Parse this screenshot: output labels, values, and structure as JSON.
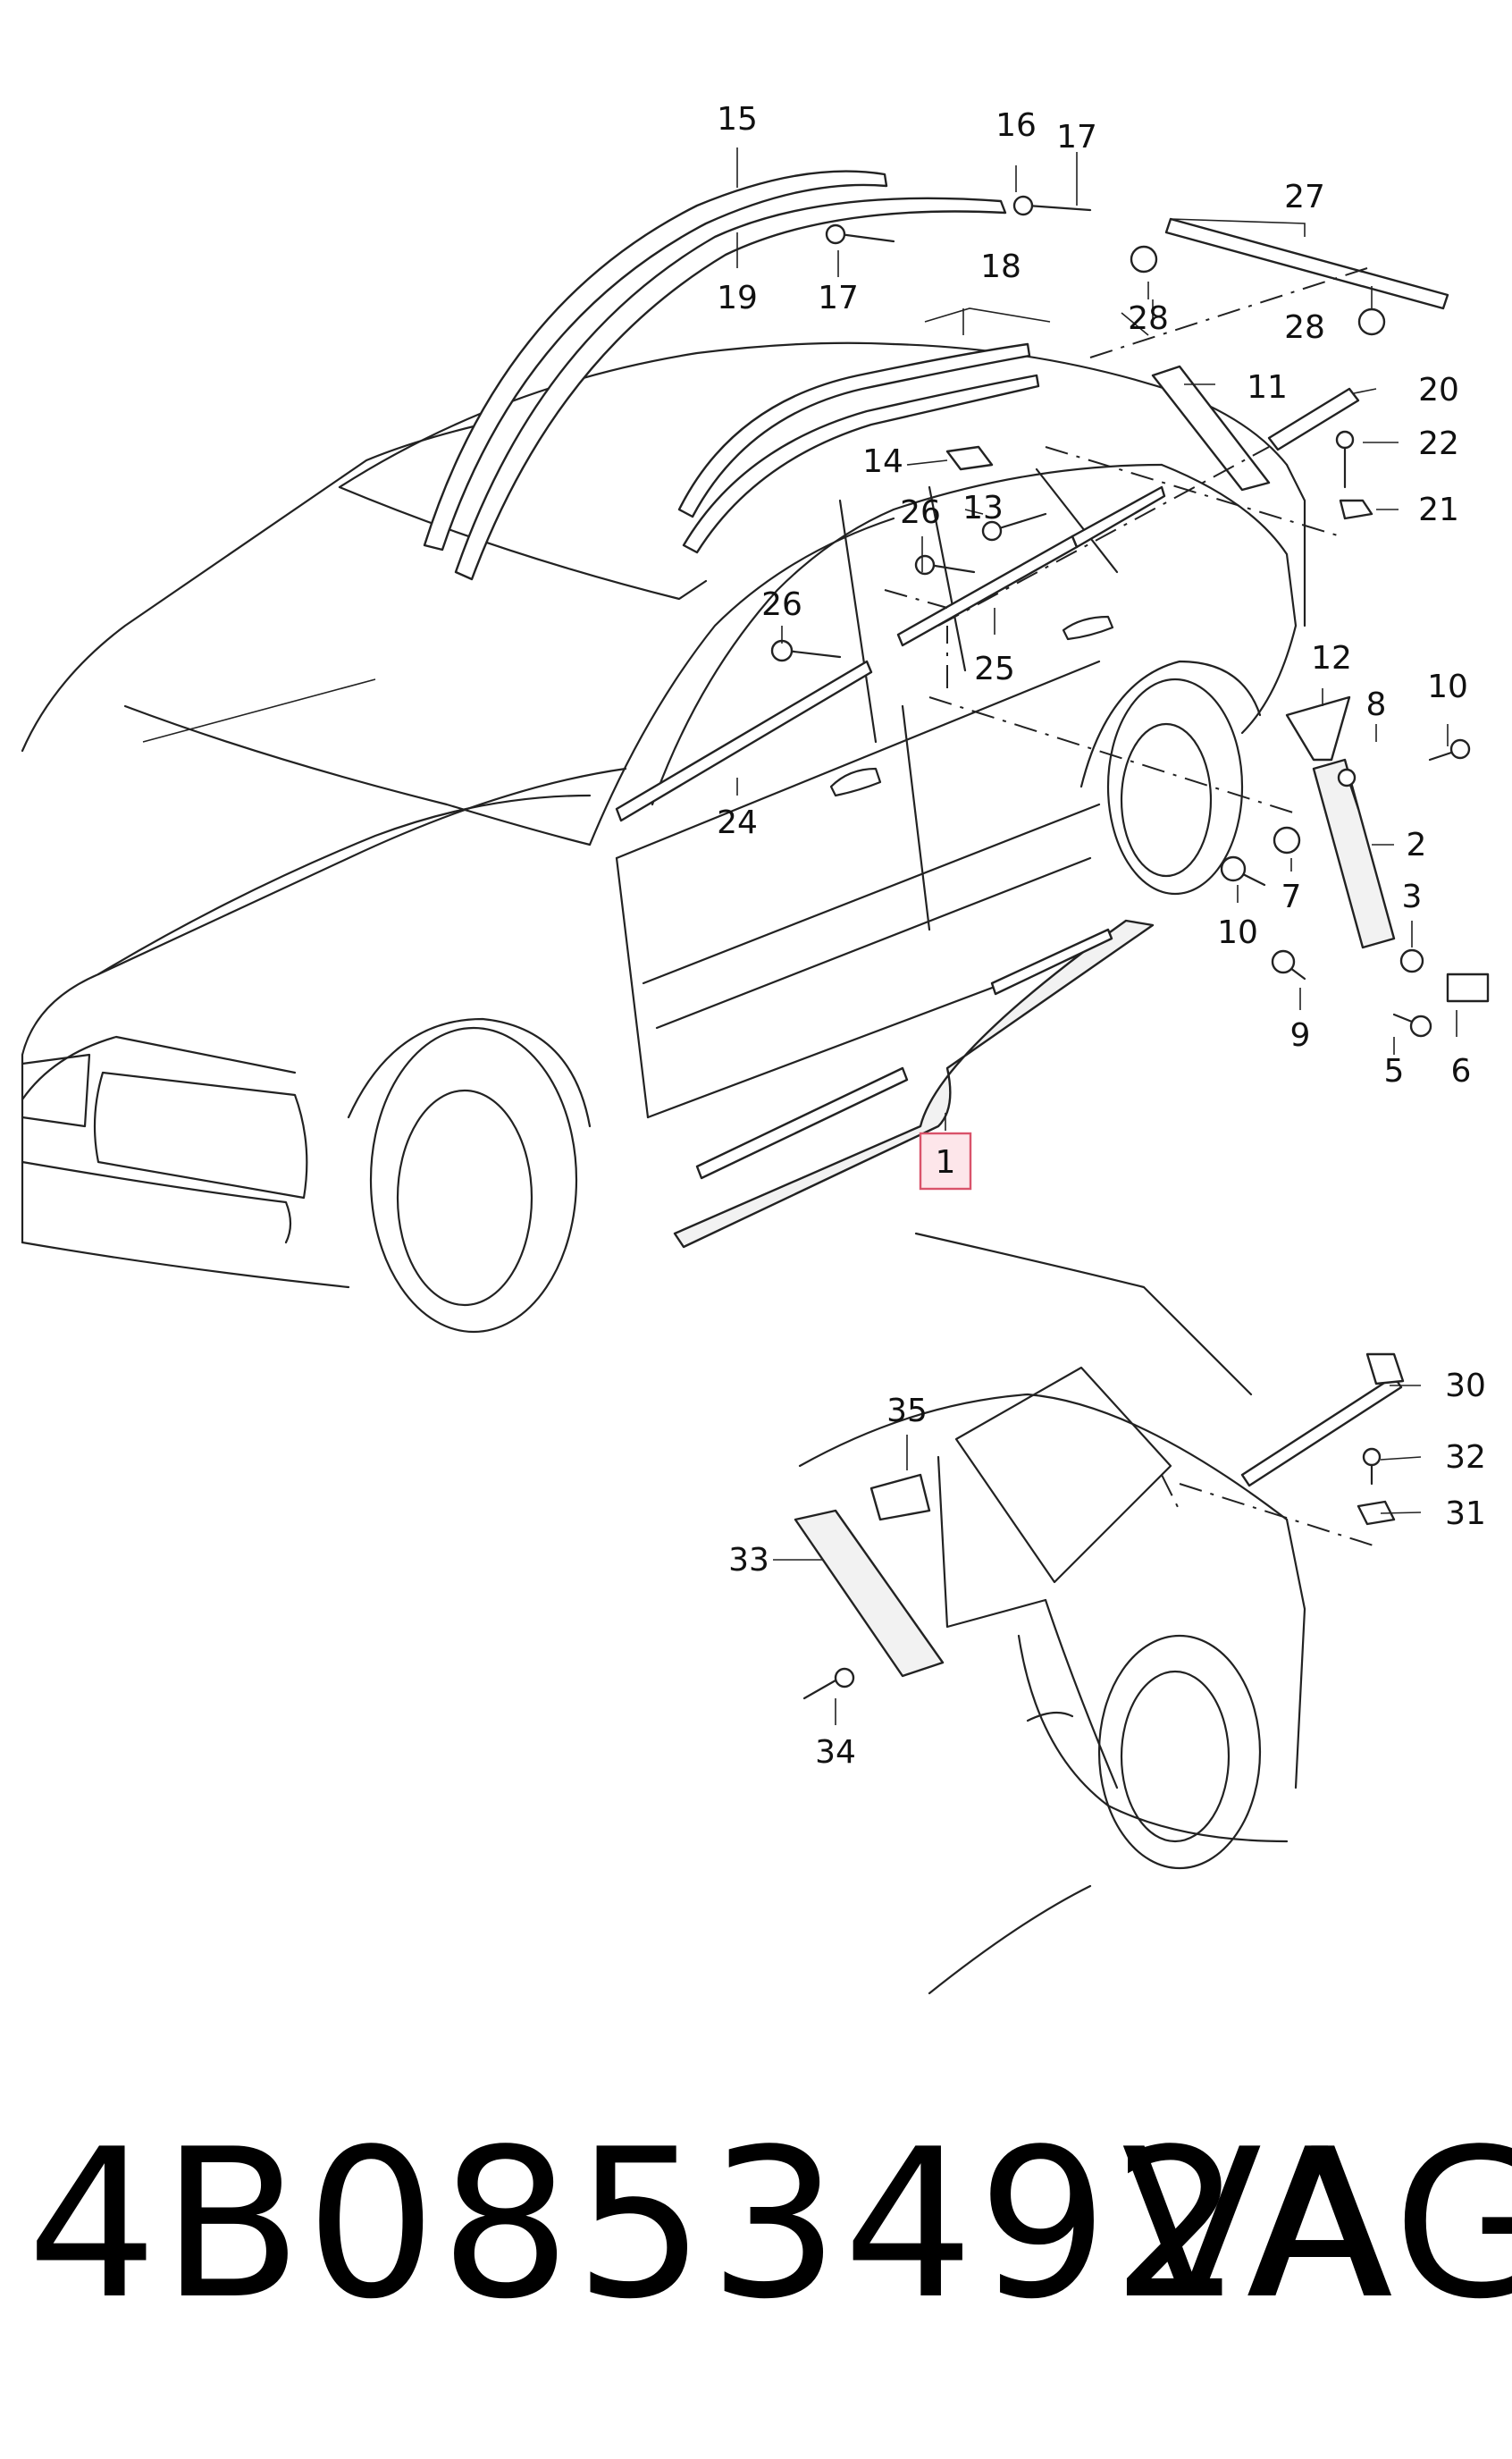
{
  "diagram": {
    "callouts": [
      "1",
      "2",
      "3",
      "5",
      "6",
      "7",
      "8",
      "9",
      "10",
      "10",
      "11",
      "12",
      "13",
      "14",
      "15",
      "16",
      "17",
      "17",
      "18",
      "19",
      "20",
      "21",
      "22",
      "24",
      "25",
      "26",
      "26",
      "27",
      "28",
      "28",
      "30",
      "31",
      "32",
      "33",
      "34",
      "35"
    ],
    "highlighted_callout": "1"
  },
  "footer": {
    "part_number": "4B0853492A",
    "brand": "VAG"
  }
}
